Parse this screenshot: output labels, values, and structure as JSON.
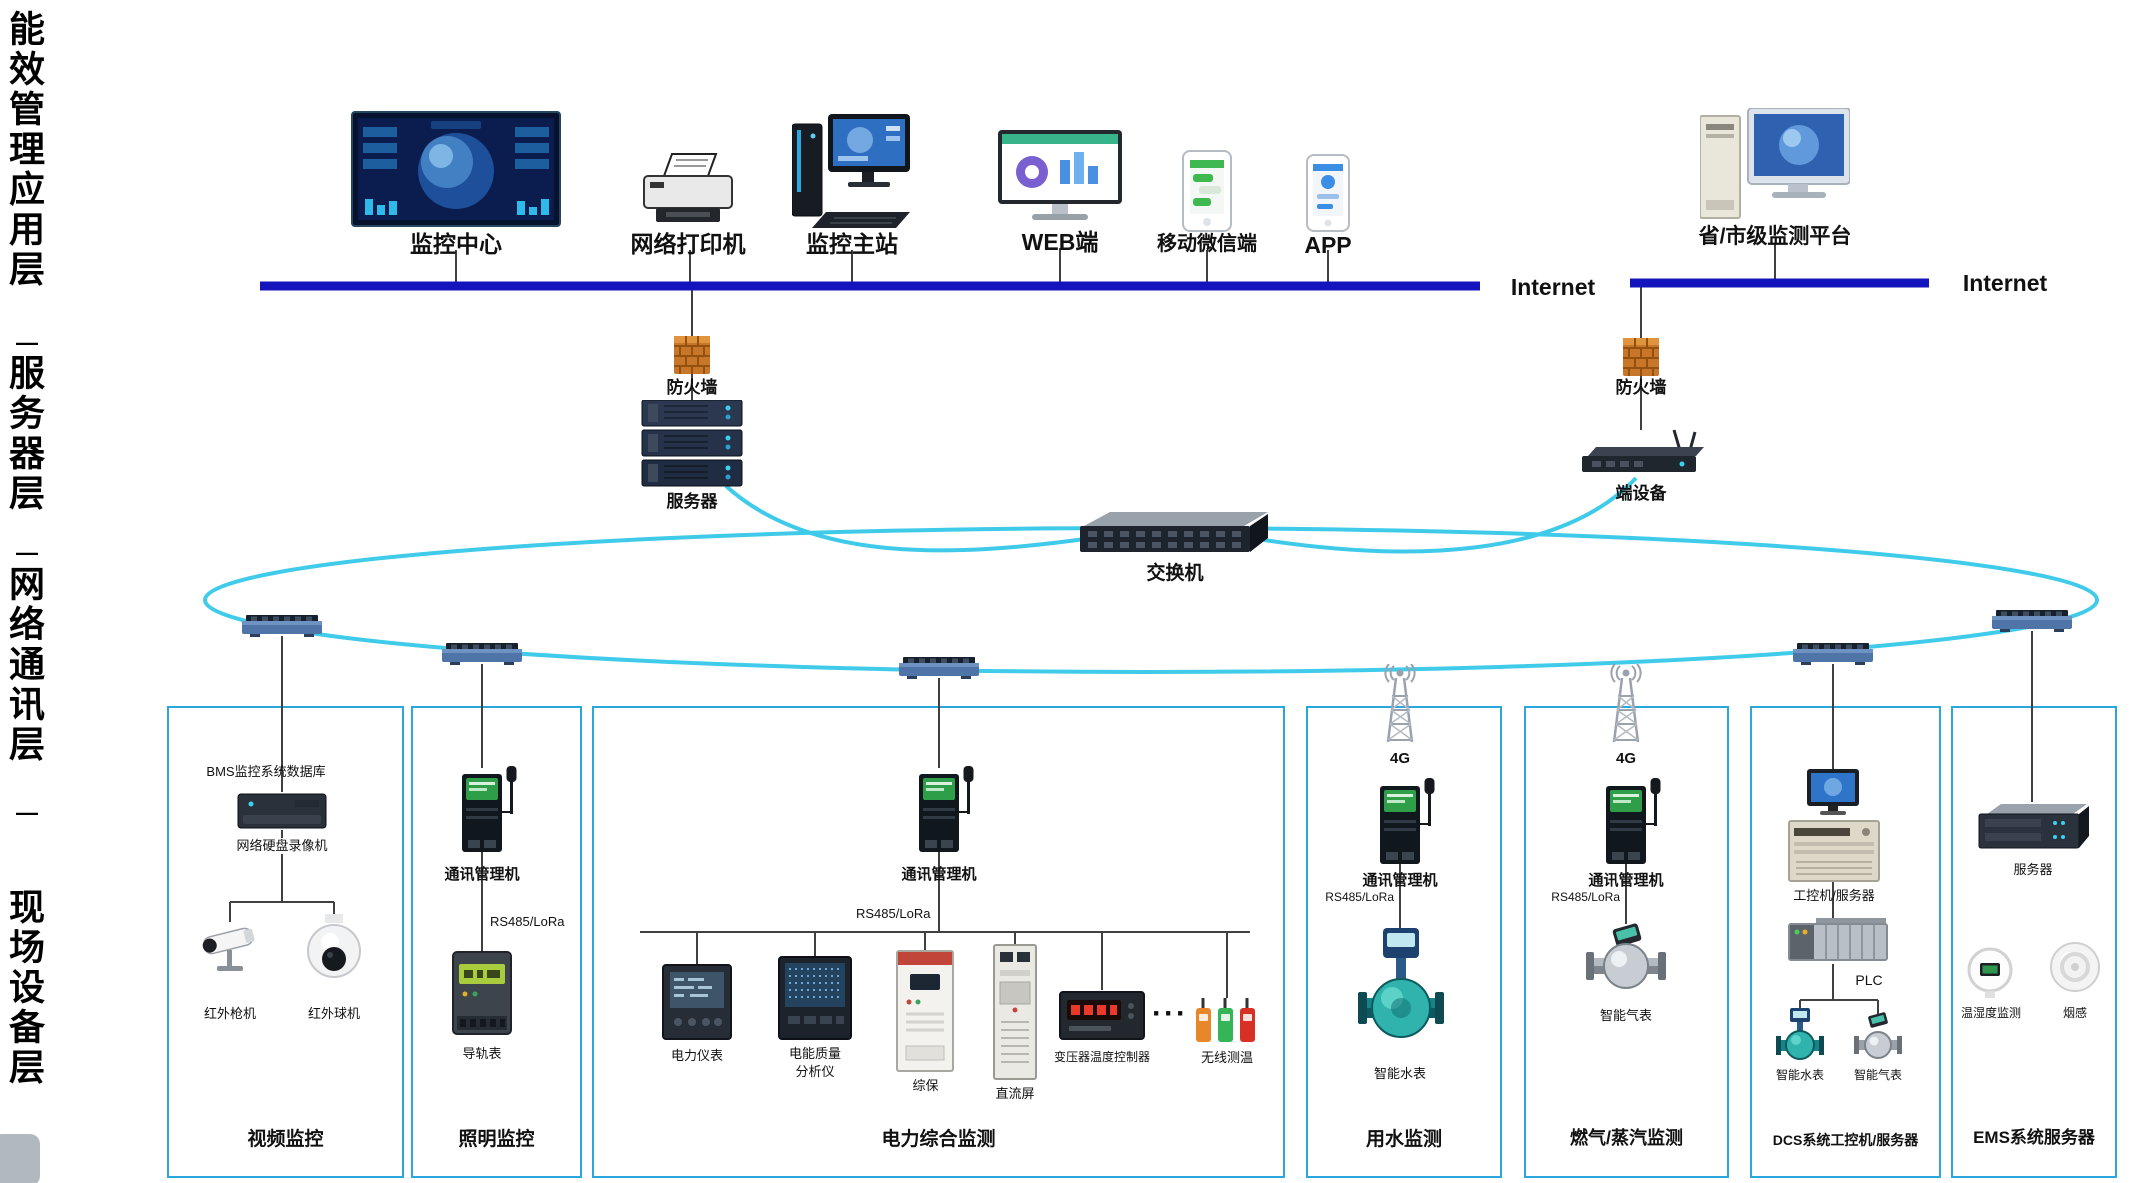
{
  "colors": {
    "internet_bus": "#1414bd",
    "ring": "#35c8e8",
    "zone_border": "#2aa7dd"
  },
  "sidebar": {
    "layer1": "能效管理应用层",
    "dash1": "—",
    "layer2": "服务器层",
    "dash2": "—",
    "layer3": "网络通讯层",
    "dash3": "—",
    "layer4": "现场设备层"
  },
  "top": {
    "monitor_center": "监控中心",
    "printer": "网络打印机",
    "master_station": "监控主站",
    "web": "WEB端",
    "wechat": "移动微信端",
    "app": "APP",
    "province": "省/市级监测平台",
    "internet_left": "Internet",
    "internet_right": "Internet"
  },
  "core": {
    "firewall_left": "防火墙",
    "server": "服务器",
    "firewall_right": "防火墙",
    "edge_device": "端设备",
    "switch": "交换机"
  },
  "video": {
    "db": "BMS监控系统数据库",
    "nvr": "网络硬盘录像机",
    "cam_bullet": "红外枪机",
    "cam_dome": "红外球机",
    "title": "视频监控"
  },
  "lighting": {
    "gateway": "通讯管理机",
    "bus": "RS485/LoRa",
    "meter": "导轨表",
    "title": "照明监控"
  },
  "power": {
    "gateway": "通讯管理机",
    "bus": "RS485/LoRa",
    "meter1": "电力仪表",
    "meter2a": "电能质量",
    "meter2b": "分析仪",
    "meter3": "综保",
    "meter4": "直流屏",
    "meter5": "变压器温度控制器",
    "ellipsis": "···",
    "meter6": "无线测温",
    "title": "电力综合监测"
  },
  "water": {
    "g4": "4G",
    "gateway": "通讯管理机",
    "bus": "RS485/LoRa",
    "meter": "智能水表",
    "title": "用水监测"
  },
  "gas": {
    "g4": "4G",
    "gateway": "通讯管理机",
    "bus": "RS485/LoRa",
    "meter": "智能气表",
    "title": "燃气/蒸汽监测"
  },
  "dcs": {
    "ipc": "工控机/服务器",
    "plc": "PLC",
    "water": "智能水表",
    "gas": "智能气表",
    "title": "DCS系统工控机/服务器"
  },
  "ems": {
    "server": "服务器",
    "th": "温湿度监测",
    "smoke": "烟感",
    "title": "EMS系统服务器"
  }
}
